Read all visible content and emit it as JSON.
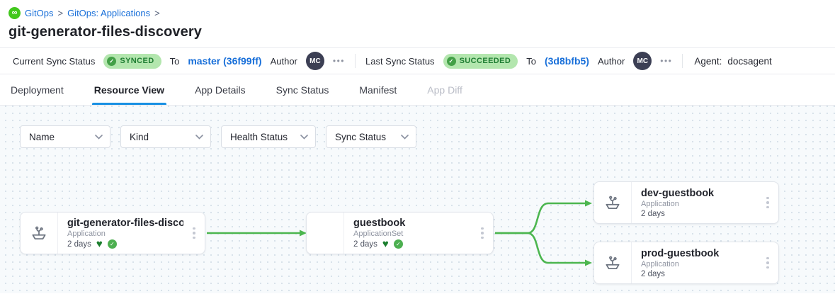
{
  "colors": {
    "accent_blue": "#186fd9",
    "tab_underline": "#1890e3",
    "badge_bg": "#b3e6ae",
    "badge_text": "#1e7d32",
    "badge_icon": "#43a047",
    "edge_green": "#4cb64f",
    "heart_green": "#1b7e2e",
    "check_green": "#4caf50",
    "logo_green": "#42c81d",
    "avatar_bg": "#3c3f54"
  },
  "icons": {
    "infinity_glyph": "∞",
    "check_glyph": "✓",
    "heart_glyph": "♥",
    "more_glyph": "•••"
  },
  "breadcrumb": {
    "logo_icon": "gitops-logo-icon",
    "items": [
      "GitOps",
      "GitOps: Applications"
    ],
    "separator": ">"
  },
  "page_title": "git-generator-files-discovery",
  "status_bar": {
    "current": {
      "label": "Current Sync Status",
      "badge": "SYNCED",
      "to_label": "To",
      "revision": "master (36f99ff)",
      "author_label": "Author",
      "author_initials": "MC"
    },
    "last": {
      "label": "Last Sync Status",
      "badge": "SUCCEEDED",
      "to_label": "To",
      "revision": "(3d8bfb5)",
      "author_label": "Author",
      "author_initials": "MC"
    },
    "agent": {
      "label": "Agent:",
      "value": "docsagent"
    }
  },
  "tabs": [
    {
      "label": "Deployment",
      "active": false,
      "disabled": false
    },
    {
      "label": "Resource View",
      "active": true,
      "disabled": false
    },
    {
      "label": "App Details",
      "active": false,
      "disabled": false
    },
    {
      "label": "Sync Status",
      "active": false,
      "disabled": false
    },
    {
      "label": "Manifest",
      "active": false,
      "disabled": false
    },
    {
      "label": "App Diff",
      "active": false,
      "disabled": true
    }
  ],
  "filters": [
    "Name",
    "Kind",
    "Health Status",
    "Sync Status"
  ],
  "graph": {
    "nodes": [
      {
        "title": "git-generator-files-disco...",
        "kind": "Application",
        "age": "2 days",
        "health_icons": [
          "heart-icon",
          "check-circle-icon"
        ]
      },
      {
        "title": "guestbook",
        "kind": "ApplicationSet",
        "age": "2 days",
        "health_icons": [
          "heart-icon",
          "check-circle-icon"
        ]
      },
      {
        "title": "dev-guestbook",
        "kind": "Application",
        "age": "2 days",
        "health_icons": []
      },
      {
        "title": "prod-guestbook",
        "kind": "Application",
        "age": "2 days",
        "health_icons": []
      }
    ]
  }
}
